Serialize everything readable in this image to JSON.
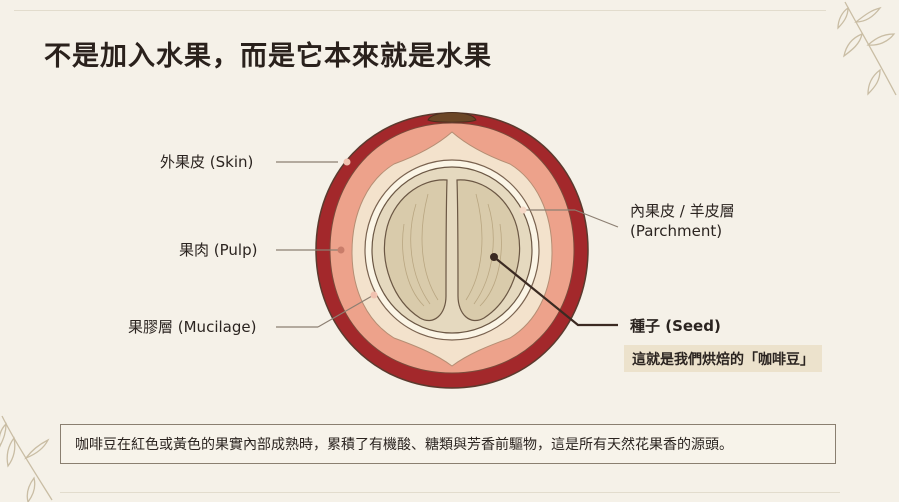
{
  "title": "不是加入水果，而是它本來就是水果",
  "labels": {
    "skin": "外果皮 (Skin)",
    "pulp": "果肉 (Pulp)",
    "mucilage": "果膠層 (Mucilage)",
    "parchment_line1": "內果皮 / 羊皮層",
    "parchment_line2": "(Parchment)",
    "seed": "種子 (Seed)"
  },
  "callout": "這就是我們烘焙的「咖啡豆」",
  "note": "咖啡豆在紅色或黃色的果實內部成熟時，累積了有機酸、糖類與芳香前驅物，這是所有天然花果香的源頭。",
  "colors": {
    "skin": "#a3282b",
    "pulp": "#eda28b",
    "mucilage": "#f3e2cc",
    "parchment": "#fbf5e6",
    "seed": "#ddd1b6",
    "outline": "#5b3a2e",
    "callout_bg": "#ece2cc",
    "background": "#f5f1e8"
  }
}
